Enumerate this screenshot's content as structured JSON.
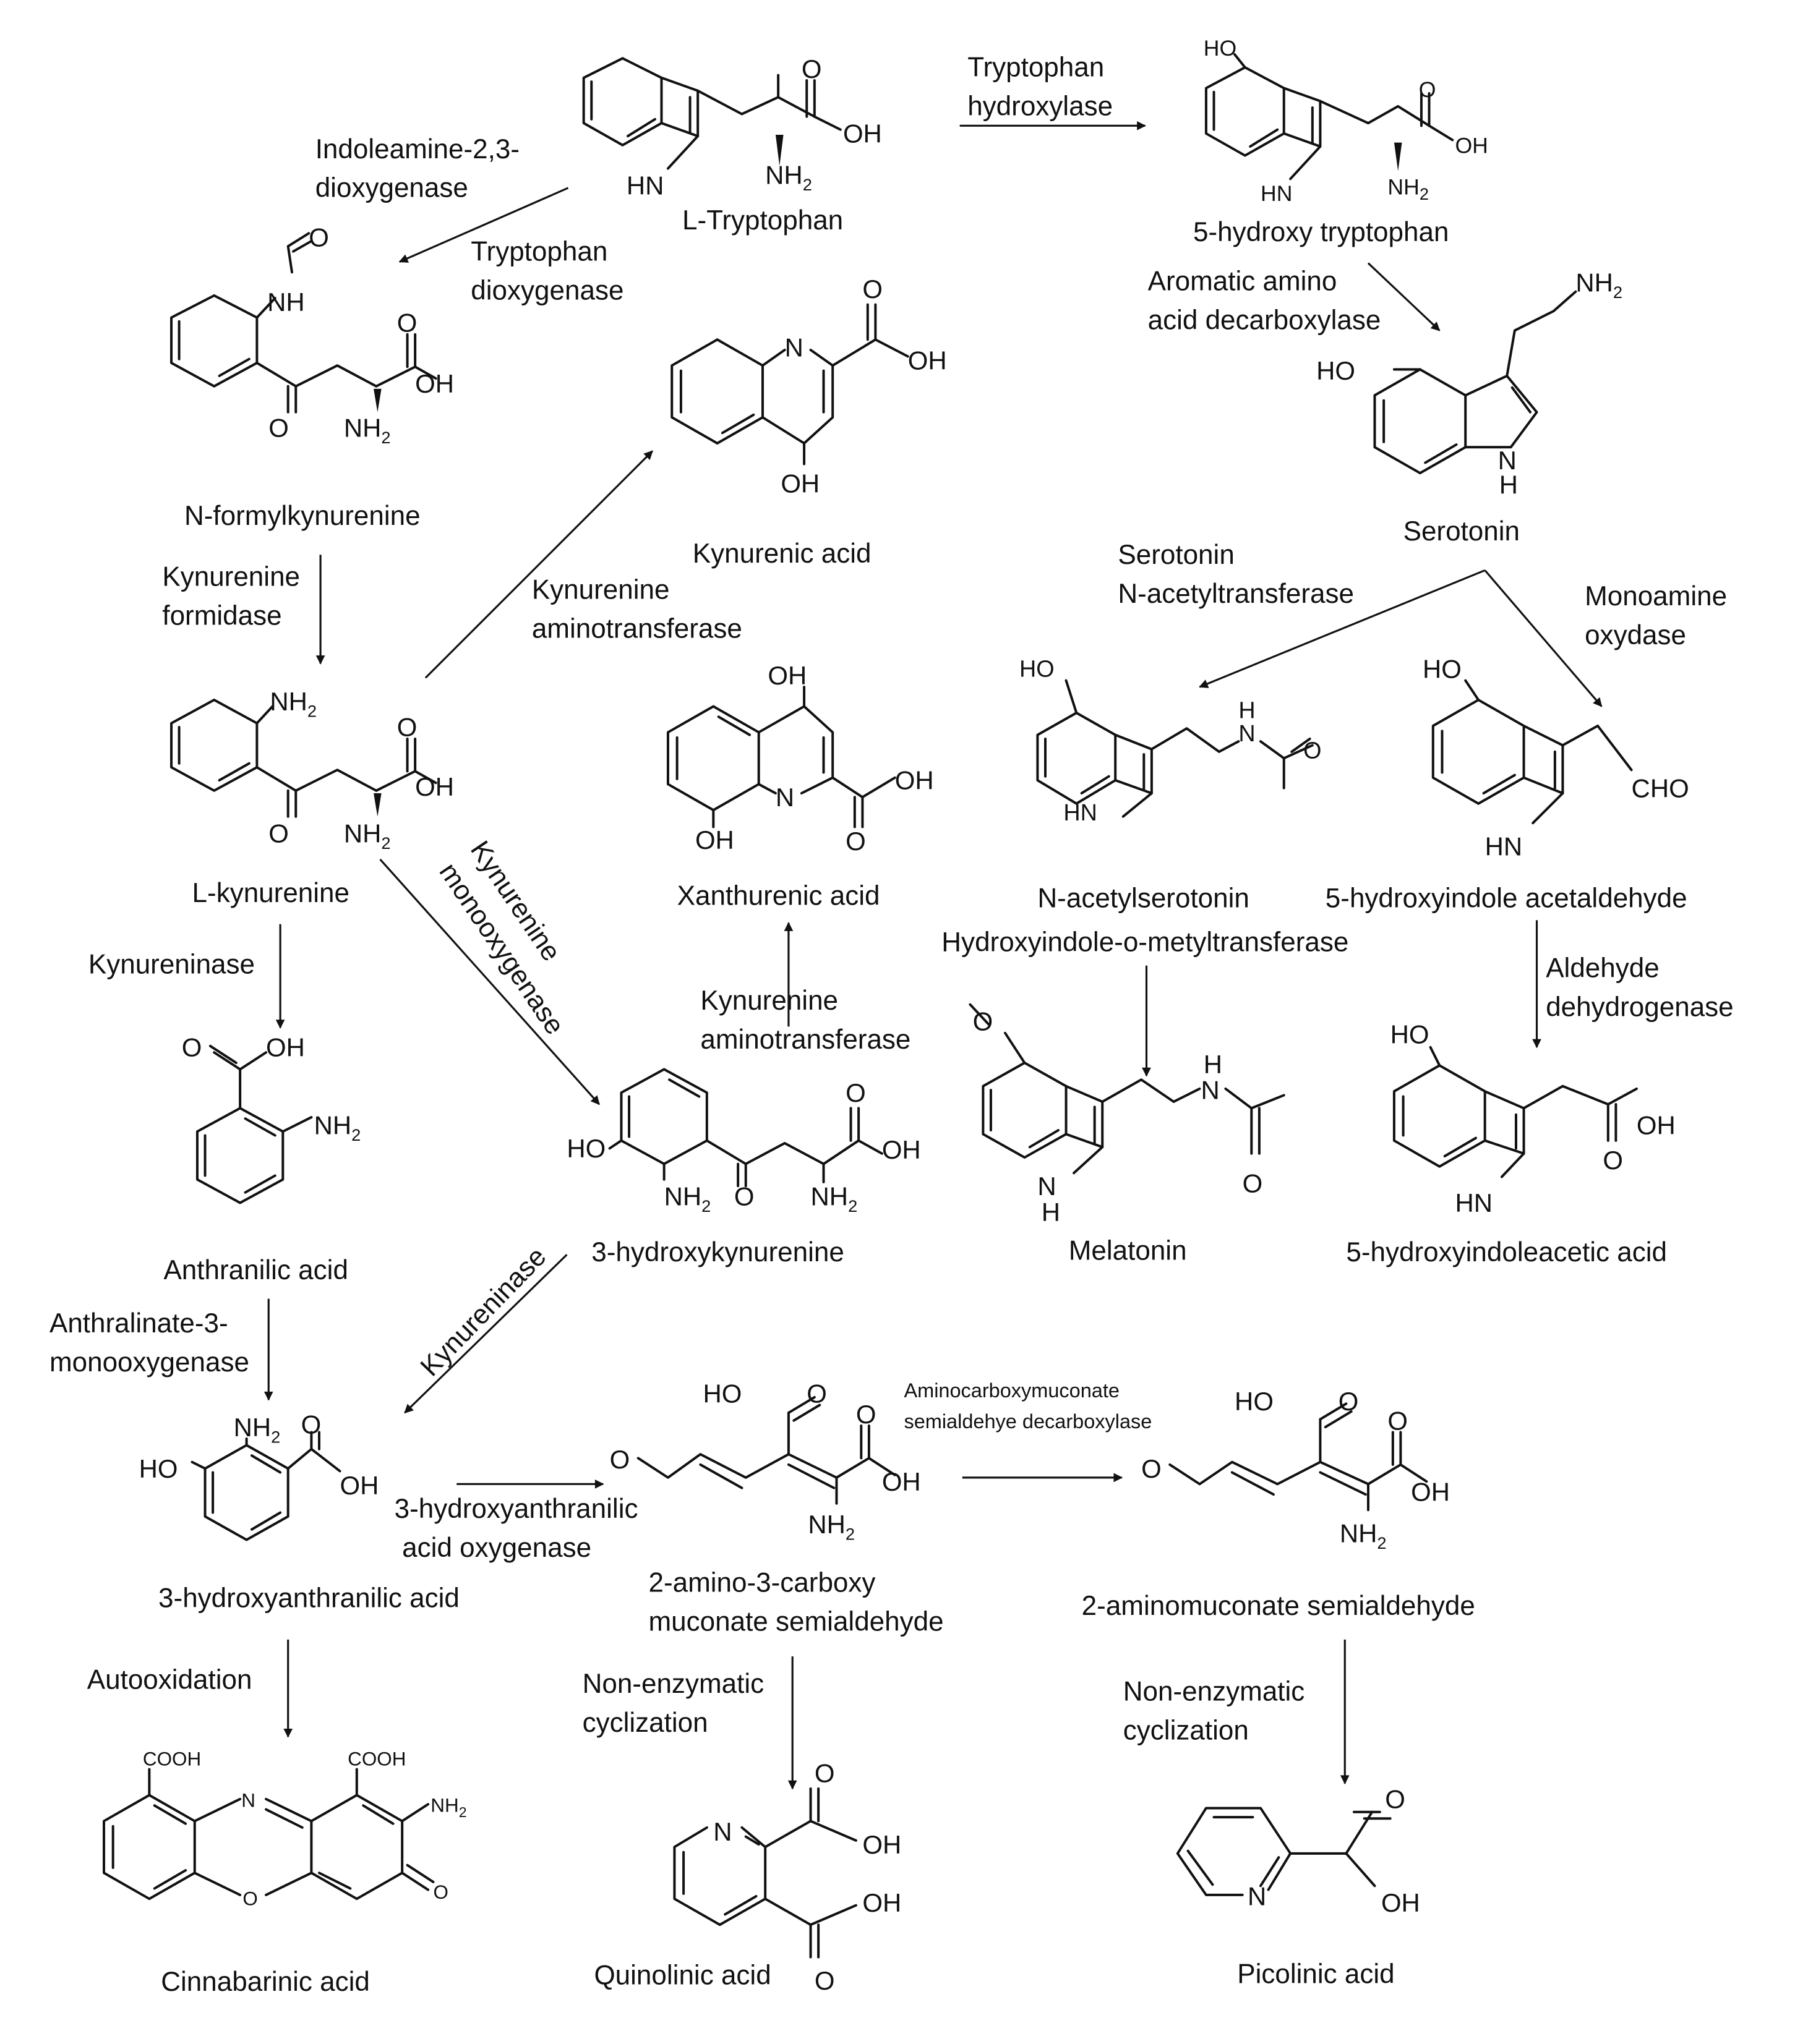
{
  "compounds": {
    "l_tryptophan": "L-Tryptophan",
    "hydroxy_tryptophan": "5-hydroxy tryptophan",
    "serotonin": "Serotonin",
    "n_formylkynurenine": "N-formylkynurenine",
    "kynurenic_acid": "Kynurenic acid",
    "l_kynurenine": "L-kynurenine",
    "xanthurenic_acid": "Xanthurenic acid",
    "n_acetylserotonin": "N-acetylserotonin",
    "hydroxyindole_acetaldehyde": "5-hydroxyindole acetaldehyde",
    "anthranilic_acid": "Anthranilic acid",
    "hydroxykynurenine": "3-hydroxykynurenine",
    "melatonin": "Melatonin",
    "hydroxyindoleacetic_acid": "5-hydroxyindoleacetic acid",
    "hydroxyanthranilic_acid": "3-hydroxyanthranilic acid",
    "acmsa_line1": "2-amino-3-carboxy",
    "acmsa_line2": "muconate semialdehyde",
    "aminomuconate": "2-aminomuconate semialdehyde",
    "cinnabarinic_acid": "Cinnabarinic acid",
    "quinolinic_acid": "Quinolinic acid",
    "picolinic_acid": "Picolinic acid"
  },
  "enzymes": {
    "tph_1": "Tryptophan",
    "tph_2": "hydroxylase",
    "ido_1": "Indoleamine-2,3-",
    "ido_2": "dioxygenase",
    "tdo_1": "Tryptophan",
    "tdo_2": "dioxygenase",
    "aadc_1": "Aromatic amino",
    "aadc_2": "acid decarboxylase",
    "kf_1": "Kynurenine",
    "kf_2": "formidase",
    "kat1_1": "Kynurenine",
    "kat1_2": "aminotransferase",
    "snat_1": "Serotonin",
    "snat_2": "N-acetyltransferase",
    "mao_1": "Monoamine",
    "mao_2": "oxydase",
    "kmo_1": "Kynurenine",
    "kmo_2": "monooxygenase",
    "kynu1": "Kynureninase",
    "kat2_1": "Kynurenine",
    "kat2_2": "aminotransferase",
    "hiomt": "Hydroxyindole-o-metyltransferase",
    "aldh_1": "Aldehyde",
    "aldh_2": "dehydrogenase",
    "amo_1": "Anthralinate-3-",
    "amo_2": "monooxygenase",
    "kynu2": "Kynureninase",
    "haao_1": "3-hydroxyanthranilic",
    "haao_2": "acid oxygenase",
    "acmsd_1": "Aminocarboxymuconate",
    "acmsd_2": "semialdehye decarboxylase",
    "autoox": "Autooxidation",
    "nonenz1_1": "Non-enzymatic",
    "nonenz1_2": "cyclization",
    "nonenz2_1": "Non-enzymatic",
    "nonenz2_2": "cyclization"
  },
  "atoms": {
    "O": "O",
    "OH": "OH",
    "HO": "HO",
    "NH": "NH",
    "HN": "HN",
    "N": "N",
    "H": "H",
    "NH2": "NH",
    "sub2": "2",
    "COOH": "COOH",
    "CHO": "CHO"
  }
}
